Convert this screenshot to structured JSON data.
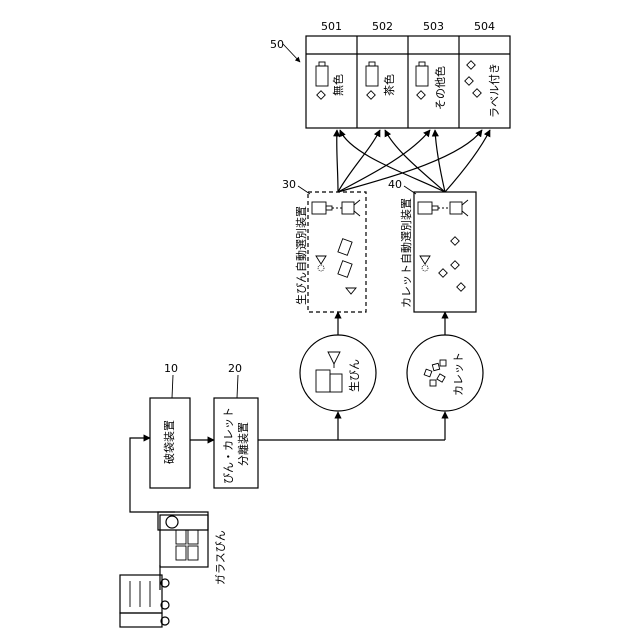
{
  "figure_number": "50",
  "truck": {
    "icon": "truck-icon"
  },
  "glass_bottles": {
    "label": "ガラスびん",
    "icon": "glass-bottle-bag-icon"
  },
  "crusher": {
    "ref": "10",
    "label": "破袋装置"
  },
  "separator": {
    "ref": "20",
    "label_line1": "びん・カレット",
    "label_line2": "分離装置"
  },
  "raw_bottle": {
    "label": "生びん",
    "icon": "raw-bottle-icon"
  },
  "cullet": {
    "label": "カレット",
    "icon": "cullet-icon"
  },
  "raw_sorter": {
    "ref": "30",
    "label": "生びん自動選別装置"
  },
  "cullet_sorter": {
    "ref": "40",
    "label": "カレット自動選別装置"
  },
  "bins": [
    {
      "ref": "501",
      "label": "無色"
    },
    {
      "ref": "502",
      "label": "茶色"
    },
    {
      "ref": "503",
      "label": "その他色"
    },
    {
      "ref": "504",
      "label": "ラベル付き"
    }
  ]
}
